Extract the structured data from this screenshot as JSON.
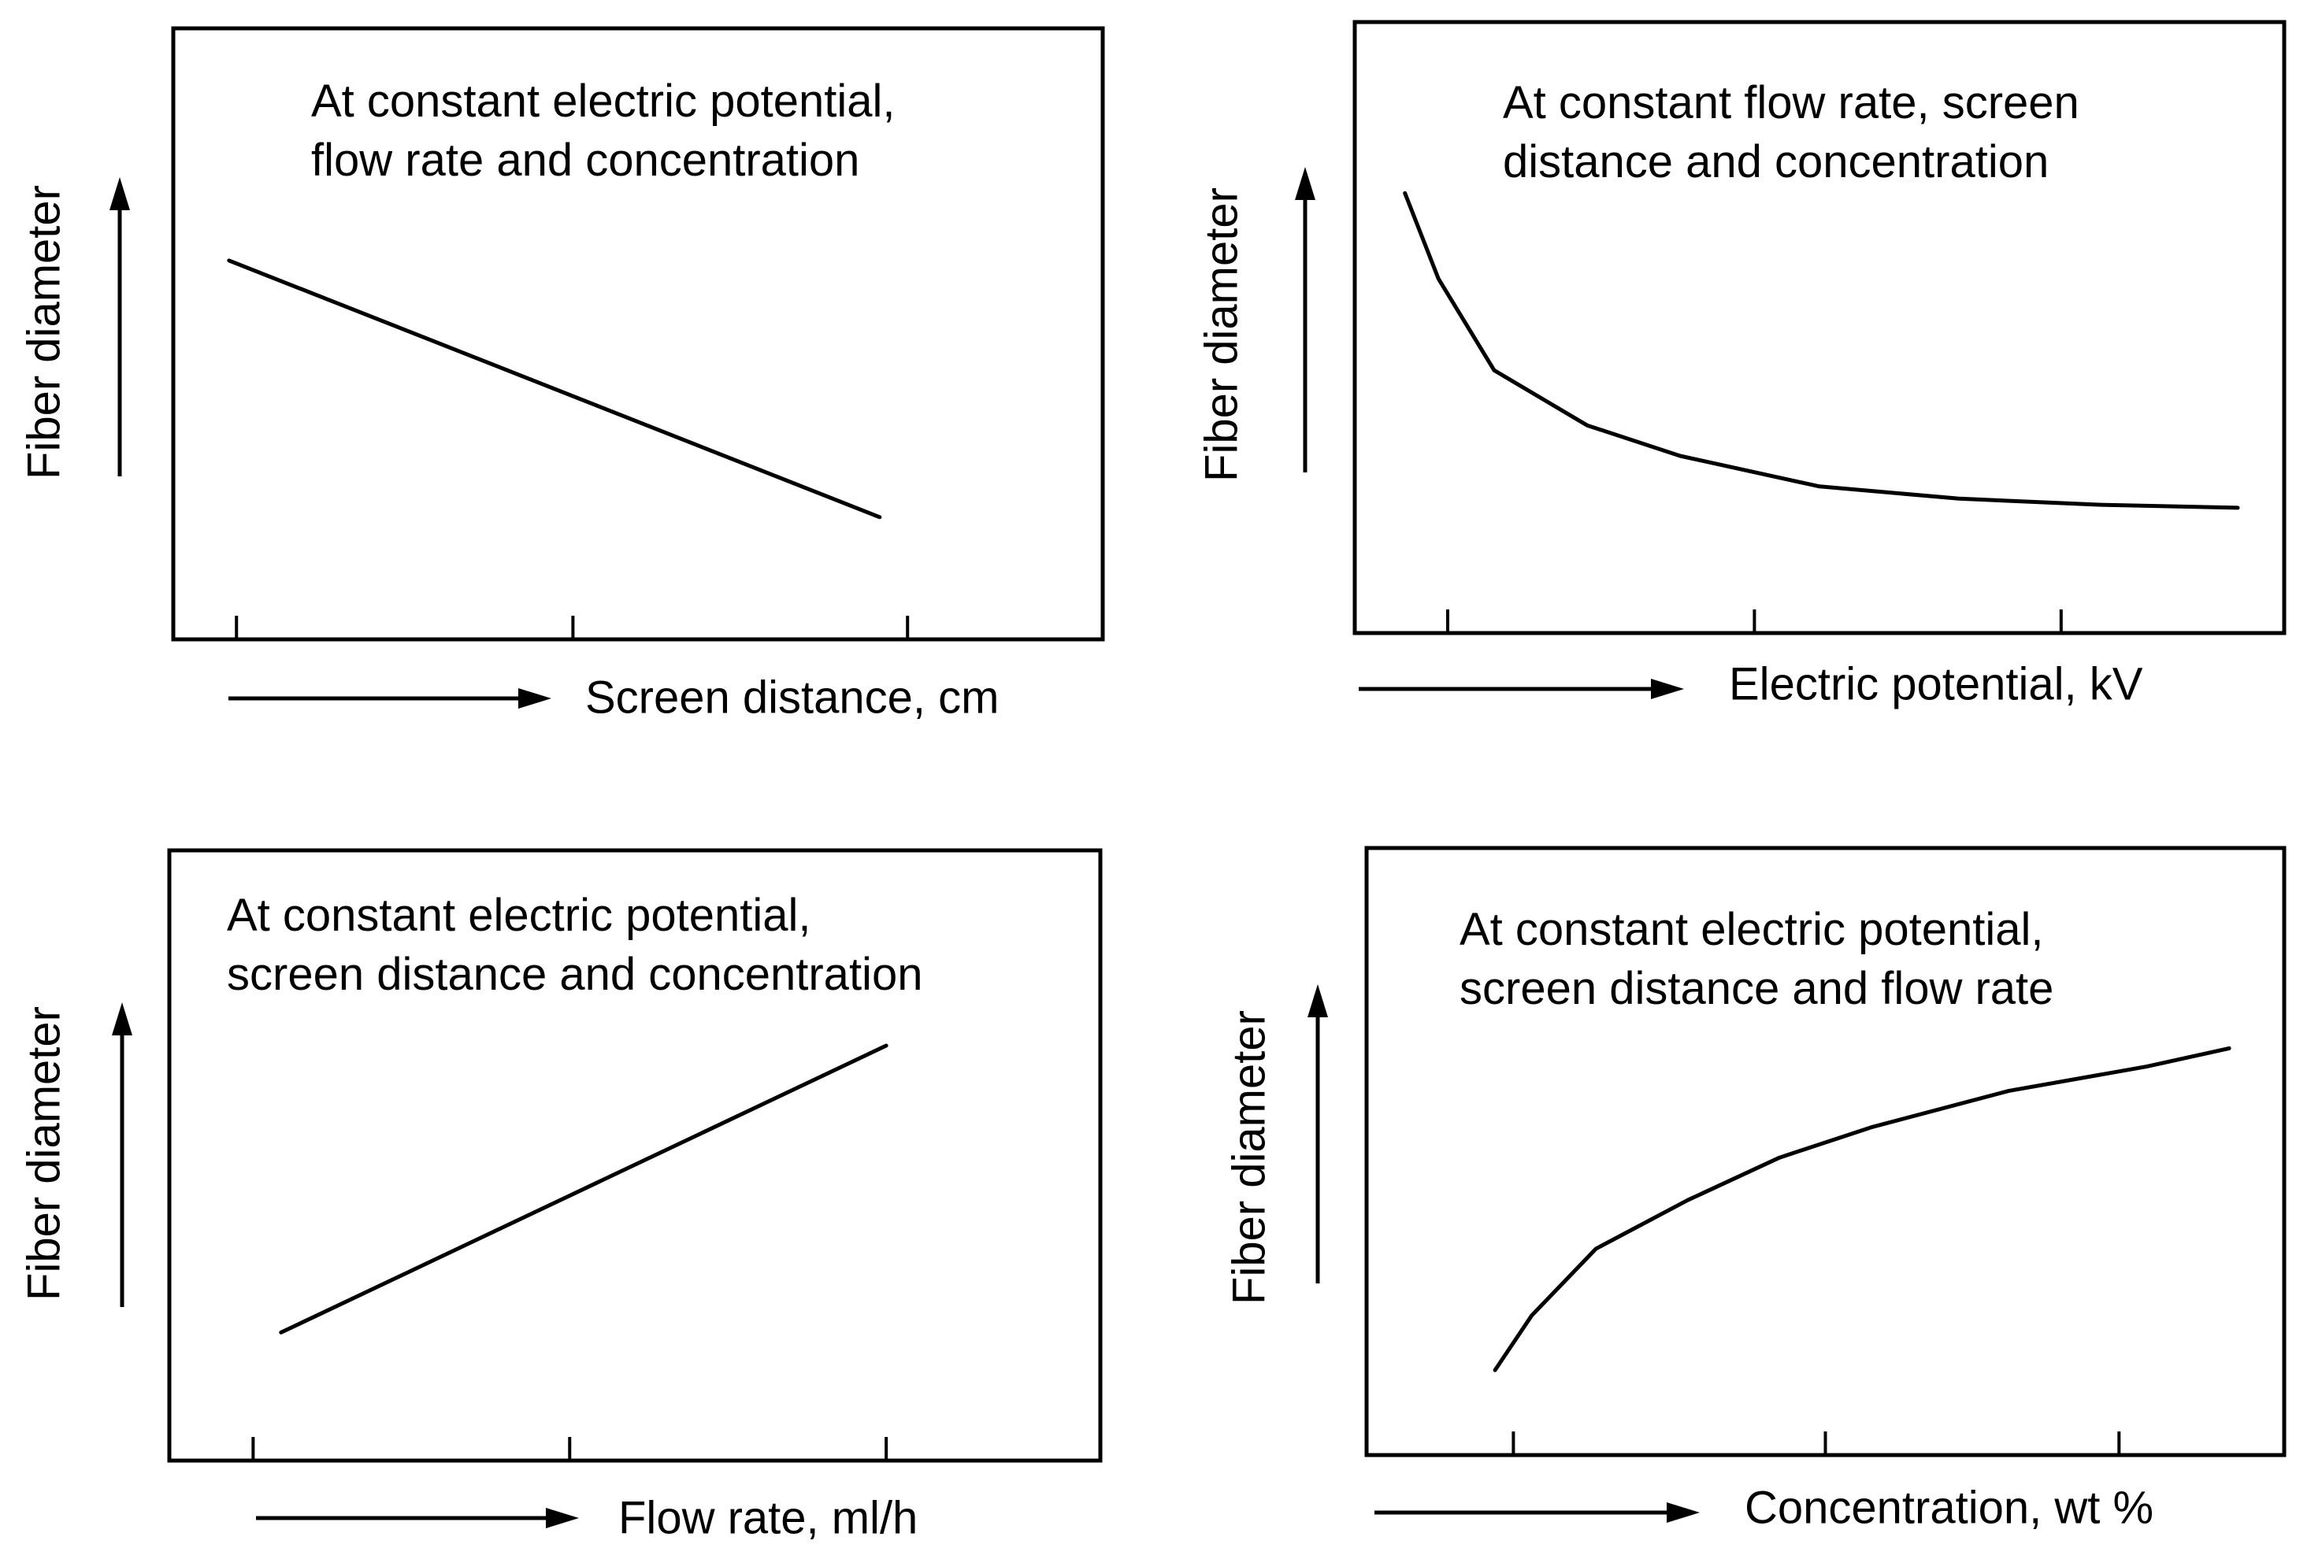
{
  "chart_data": [
    {
      "type": "line",
      "annotation": [
        "At constant electric potential,",
        "flow rate and concentration"
      ],
      "xlabel": "Screen distance, cm",
      "ylabel": "Fiber diameter",
      "xlim": [
        0,
        1
      ],
      "ylim": [
        0,
        1
      ],
      "xticks": [
        0.068,
        0.43,
        0.79
      ],
      "series": [
        {
          "x": [
            0.06,
            0.76
          ],
          "y": [
            0.62,
            0.2
          ]
        }
      ]
    },
    {
      "type": "line",
      "annotation": [
        "At constant flow rate, screen",
        "distance and concentration"
      ],
      "xlabel": "Electric potential, kV",
      "ylabel": "Fiber diameter",
      "xlim": [
        0,
        1
      ],
      "ylim": [
        0,
        1
      ],
      "xticks": [
        0.1,
        0.43,
        0.76
      ],
      "series": [
        {
          "x": [
            0.054,
            0.09,
            0.15,
            0.25,
            0.35,
            0.5,
            0.65,
            0.8,
            0.95
          ],
          "y": [
            0.72,
            0.58,
            0.43,
            0.34,
            0.29,
            0.24,
            0.22,
            0.21,
            0.205
          ]
        }
      ]
    },
    {
      "type": "line",
      "annotation": [
        "At constant electric potential,",
        "screen distance and concentration"
      ],
      "xlabel": "Flow rate, ml/h",
      "ylabel": "Fiber diameter",
      "xlim": [
        0,
        1
      ],
      "ylim": [
        0,
        1
      ],
      "xticks": [
        0.09,
        0.43,
        0.77
      ],
      "series": [
        {
          "x": [
            0.12,
            0.77
          ],
          "y": [
            0.21,
            0.68
          ]
        }
      ]
    },
    {
      "type": "line",
      "annotation": [
        "At constant electric potential,",
        "screen distance and flow rate"
      ],
      "xlabel": "Concentration, wt %",
      "ylabel": "Fiber diameter",
      "xlim": [
        0,
        1
      ],
      "ylim": [
        0,
        1
      ],
      "xticks": [
        0.16,
        0.5,
        0.82
      ],
      "series": [
        {
          "x": [
            0.14,
            0.18,
            0.25,
            0.35,
            0.45,
            0.55,
            0.7,
            0.85,
            0.94
          ],
          "y": [
            0.14,
            0.23,
            0.34,
            0.42,
            0.49,
            0.54,
            0.6,
            0.64,
            0.67
          ]
        }
      ]
    }
  ]
}
